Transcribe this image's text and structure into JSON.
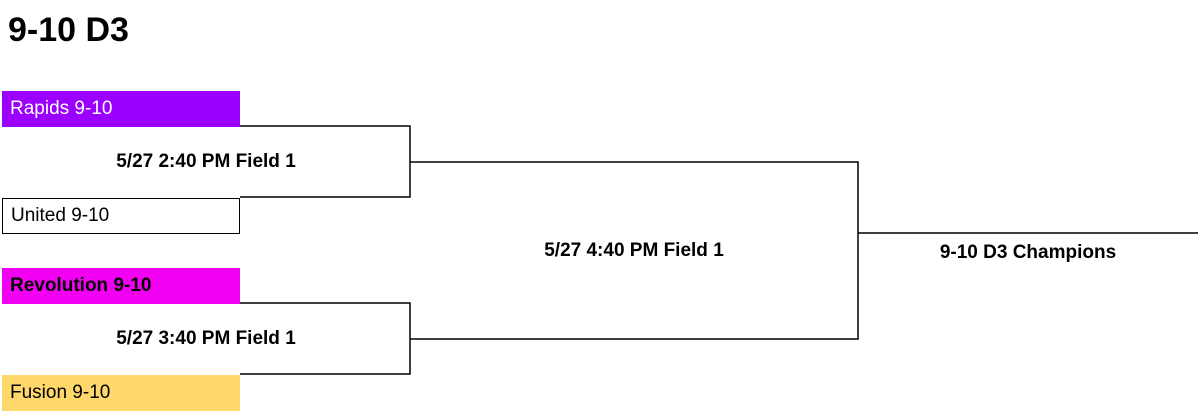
{
  "title": "9-10 D3",
  "colors": {
    "team1_bg": "#9B00FF",
    "team1_text": "#ffffff",
    "team2_bg": "#ffffff",
    "team3_bg": "#F200F2",
    "team4_bg": "#FFD76A",
    "line": "#000000"
  },
  "teams": [
    {
      "name": "Rapids 9-10"
    },
    {
      "name": "United 9-10"
    },
    {
      "name": "Revolution 9-10"
    },
    {
      "name": "Fusion 9-10"
    }
  ],
  "matches": [
    {
      "label": "5/27 2:40 PM Field 1"
    },
    {
      "label": "5/27 3:40 PM Field 1"
    },
    {
      "label": "5/27 4:40 PM Field 1"
    }
  ],
  "champion": {
    "label": "9-10 D3 Champions"
  }
}
